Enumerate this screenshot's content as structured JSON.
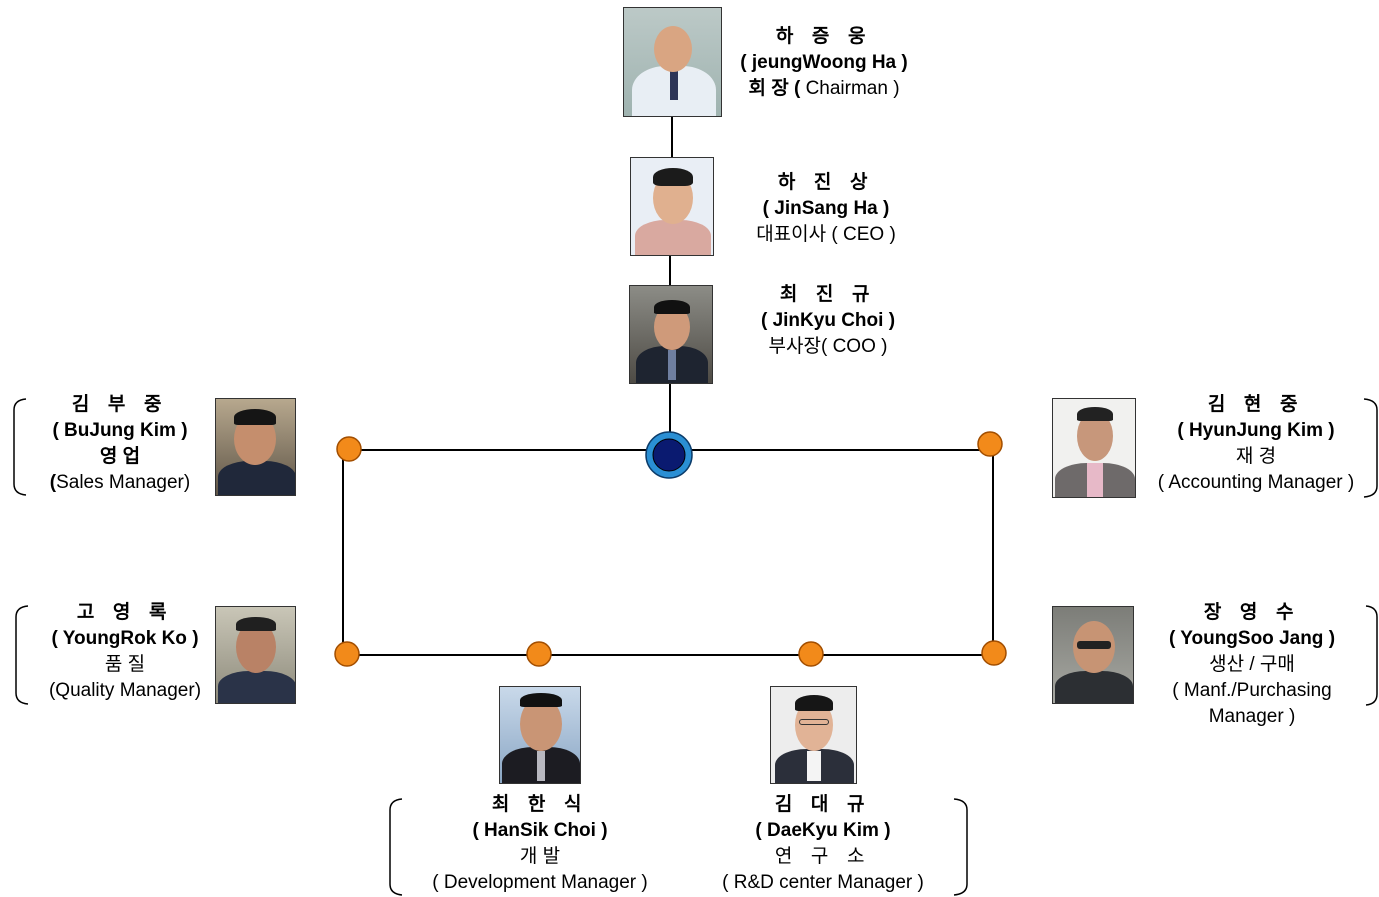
{
  "colors": {
    "line": "#000000",
    "node": "#f28a1a",
    "node_stroke": "#a24e00",
    "center_fill": "#0a1a70",
    "center_ring": "#2a8fd4"
  },
  "people": {
    "chairman": {
      "name_ko": "하 증 웅",
      "name_en": "( jeungWoong Ha )",
      "title_ko": "회 장 (",
      "title_en": " Chairman )"
    },
    "ceo": {
      "name_ko": "하 진 상",
      "name_en": "( JinSang Ha )",
      "title": "대표이사 ( CEO )"
    },
    "coo": {
      "name_ko": "최 진 규",
      "name_en": "( JinKyu Choi )",
      "title": "부사장( COO )"
    },
    "sales": {
      "name_ko": "김 부 중",
      "name_en": "( BuJung  Kim )",
      "title_ko": "영      업",
      "title_open": "(",
      "title_en": "Sales Manager)"
    },
    "accounting": {
      "name_ko": "김 현 중",
      "name_en": "( HyunJung  Kim )",
      "title_ko": "재      경",
      "title_en": "( Accounting Manager )"
    },
    "quality": {
      "name_ko": "고 영 록",
      "name_en": "( YoungRok  Ko )",
      "title_ko": "품      질",
      "title_en": "(Quality Manager)"
    },
    "manufacturing": {
      "name_ko": "장 영 수",
      "name_en": "( YoungSoo  Jang )",
      "title_ko": "생산 / 구매",
      "title_en": "( Manf./Purchasing",
      "title_en2": "Manager )"
    },
    "development": {
      "name_ko": "최 한 식",
      "name_en": "( HanSik  Choi )",
      "title_ko": "개      발",
      "title_en": "( Development Manager )"
    },
    "rnd": {
      "name_ko": "김 대 규",
      "name_en": "( DaeKyu Kim )",
      "title_ko": "연 구 소",
      "title_en": "( R&D center Manager )"
    }
  }
}
